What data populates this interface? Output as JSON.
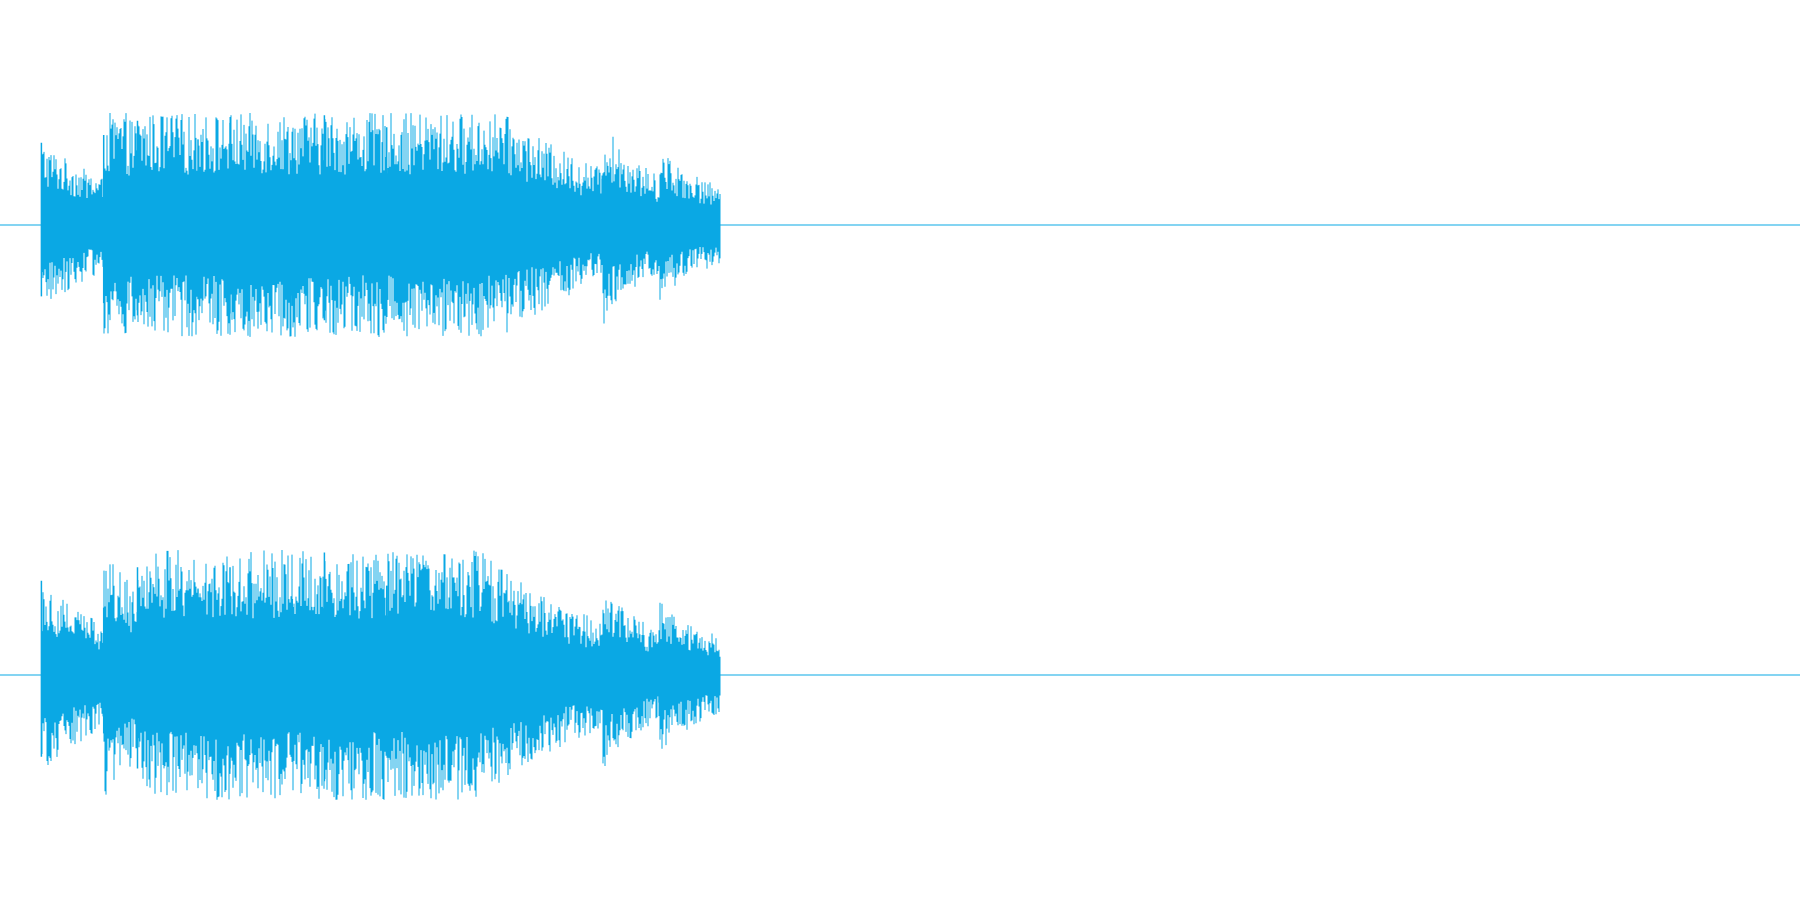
{
  "colors": {
    "background": "#ffffff",
    "waveform": "#0aa8e4"
  },
  "chart_data": {
    "type": "area",
    "title": "",
    "xlabel": "",
    "ylabel": "",
    "channels": 2,
    "grid": false,
    "legend": "none",
    "ylim": [
      -1,
      1
    ],
    "duration": 1.0,
    "series": [
      {
        "name": "",
        "onsets": [
          {
            "t": 0.012,
            "amp": 0.75,
            "decay": 0.06
          },
          {
            "t": 0.047,
            "amp": 0.82,
            "decay": 0.06
          },
          {
            "t": 0.066,
            "amp": 0.95,
            "decay": 0.06
          },
          {
            "t": 0.1,
            "amp": 0.78,
            "decay": 0.06
          },
          {
            "t": 0.118,
            "amp": 0.93,
            "decay": 0.06
          },
          {
            "t": 0.153,
            "amp": 0.85,
            "decay": 0.06
          },
          {
            "t": 0.171,
            "amp": 1.0,
            "decay": 0.06
          },
          {
            "t": 0.206,
            "amp": 0.89,
            "decay": 0.12
          },
          {
            "t": 0.327,
            "amp": 0.42,
            "decay": 0.02
          },
          {
            "t": 0.359,
            "amp": 0.25,
            "decay": 0.03
          }
        ]
      },
      {
        "name": "",
        "onsets": [
          {
            "t": 0.012,
            "amp": 0.77,
            "decay": 0.06
          },
          {
            "t": 0.047,
            "amp": 0.55,
            "decay": 0.06
          },
          {
            "t": 0.066,
            "amp": 0.88,
            "decay": 0.06
          },
          {
            "t": 0.1,
            "amp": 0.7,
            "decay": 0.06
          },
          {
            "t": 0.118,
            "amp": 0.88,
            "decay": 0.06
          },
          {
            "t": 0.153,
            "amp": 0.62,
            "decay": 0.06
          },
          {
            "t": 0.171,
            "amp": 1.0,
            "decay": 0.06
          },
          {
            "t": 0.206,
            "amp": 0.73,
            "decay": 0.12
          },
          {
            "t": 0.327,
            "amp": 0.33,
            "decay": 0.02
          },
          {
            "t": 0.359,
            "amp": 0.26,
            "decay": 0.03
          }
        ]
      }
    ]
  }
}
